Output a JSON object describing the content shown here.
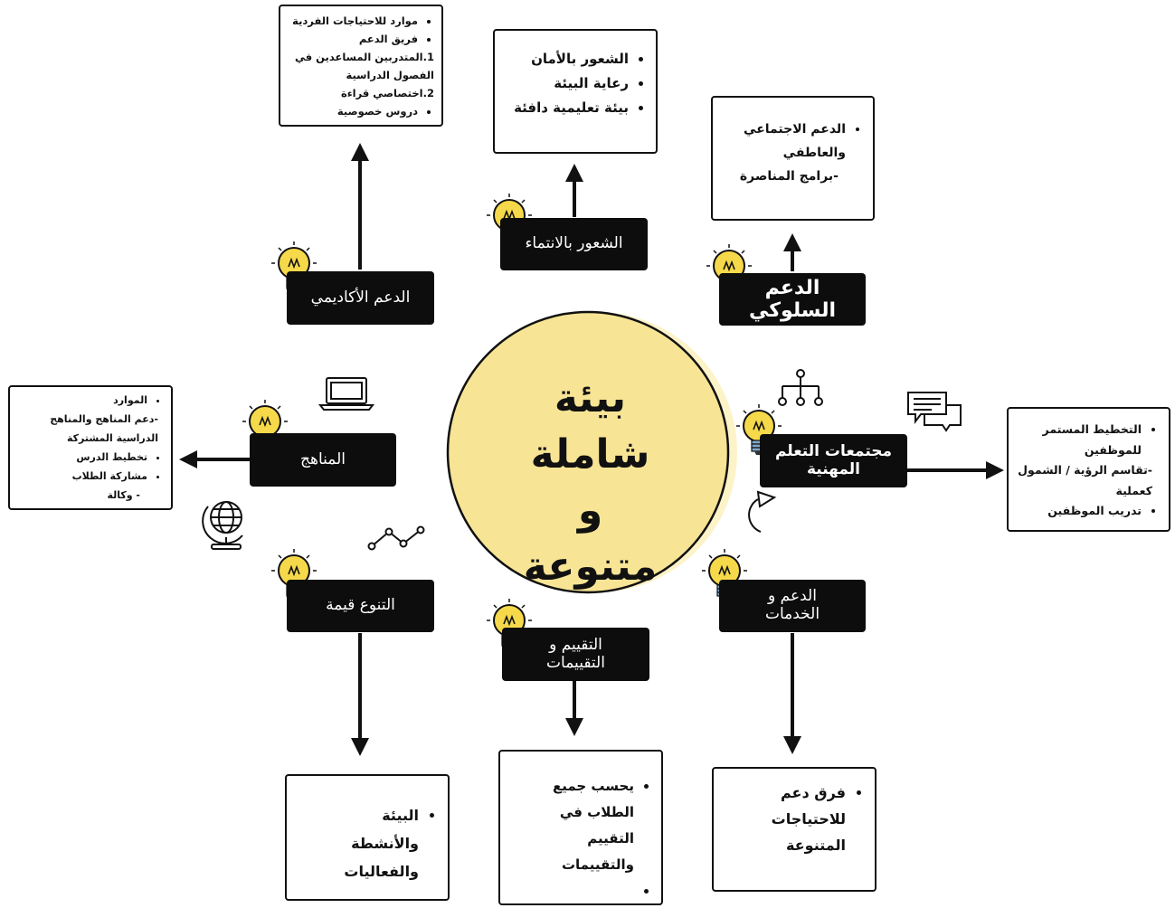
{
  "center": {
    "lines": [
      "بيئة شاملة",
      "و",
      "متنوعة"
    ],
    "fill_color": "#f7e495",
    "shadow_color": "#fdf3c8"
  },
  "label_color": "#0d0d0d",
  "nodes": {
    "academic": {
      "label": [
        "الدعم الأكاديمي"
      ],
      "items": [
        {
          "kind": "bullet",
          "text": "موارد للاحتياجات الفردية"
        },
        {
          "kind": "bullet",
          "text": "فريق الدعم"
        },
        {
          "kind": "numbered",
          "text": "1.المتدربين المساعدين في الفصول الدراسية"
        },
        {
          "kind": "numbered",
          "text": "2.اختصاصي قراءة"
        },
        {
          "kind": "bullet",
          "text": "دروس خصوصية"
        }
      ]
    },
    "belonging": {
      "label": [
        "الشعور بالانتماء"
      ],
      "items": [
        {
          "kind": "bullet",
          "text": "الشعور بالأمان"
        },
        {
          "kind": "bullet",
          "text": "رعاية البيئة"
        },
        {
          "kind": "bullet",
          "text": "بيئة تعليمية دافئة"
        }
      ]
    },
    "behavioral": {
      "label": [
        "الدعم السلوكي"
      ],
      "items": [
        {
          "kind": "bullet",
          "text": "الدعم الاجتماعي والعاطفي"
        },
        {
          "kind": "plain",
          "text": "-برامج المناصرة"
        }
      ]
    },
    "curriculum": {
      "label": [
        "المناهج"
      ],
      "items": [
        {
          "kind": "bullet",
          "text": "الموارد"
        },
        {
          "kind": "plain",
          "text": "-دعم المناهج والمناهج الدراسية المشتركة"
        },
        {
          "kind": "bullet",
          "text": "تخطيط الدرس"
        },
        {
          "kind": "bullet",
          "text": "مشاركة الطلاب"
        },
        {
          "kind": "plain",
          "text": "- وكالة"
        }
      ]
    },
    "plc": {
      "label": [
        "مجتمعات التعلم",
        "المهنية"
      ],
      "items": [
        {
          "kind": "bullet",
          "text": "التخطيط المستمر للموظفين"
        },
        {
          "kind": "plain",
          "text": "-تقاسم الرؤية / الشمول كعملية"
        },
        {
          "kind": "bullet",
          "text": "تدريب الموظفين"
        }
      ]
    },
    "diversity": {
      "label": [
        "التنوع قيمة"
      ],
      "items": [
        {
          "kind": "bullet",
          "text": "البيئة والأنشطة والفعاليات"
        }
      ]
    },
    "assessment": {
      "label": [
        "التقييم و",
        "التقييمات"
      ],
      "items": [
        {
          "kind": "bullet",
          "text": "يحسب جميع الطلاب في التقييم والتقييمات"
        },
        {
          "kind": "bullet",
          "text": ""
        }
      ]
    },
    "services": {
      "label": [
        "الدعم و",
        "الخدمات"
      ],
      "items": [
        {
          "kind": "bullet",
          "text": "فرق دعم للاحتياجات المتنوعة"
        }
      ]
    }
  },
  "icons": [
    "lightbulb-icon",
    "laptop-icon",
    "globe-icon",
    "line-graph-icon",
    "org-chart-icon",
    "chat-bubbles-icon",
    "circular-arrow-icon",
    "arrow-icon"
  ]
}
